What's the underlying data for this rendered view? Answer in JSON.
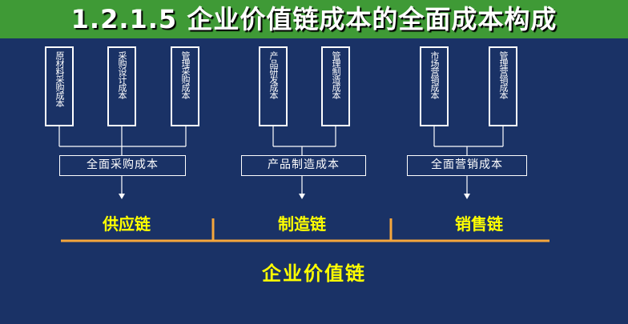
{
  "title": "1.2.1.5 企业价值链成本的全面成本构成",
  "groups": [
    {
      "items": [
        "原材料采购成本",
        "采购设计成本",
        "管理采购成本"
      ],
      "summary": "全面采购成本",
      "chain": "供应链"
    },
    {
      "items": [
        "产品研发成本",
        "管理制造成本"
      ],
      "summary": "产品制造成本",
      "chain": "制造链"
    },
    {
      "items": [
        "市场营销成本",
        "管理营销成本"
      ],
      "summary": "全面营销成本",
      "chain": "销售链"
    }
  ],
  "value_chain": "企业价值链",
  "colors": {
    "background": "#1a3266",
    "title_bar": "#3f9a36",
    "line": "#f5a63c",
    "label": "#ffff00",
    "text": "#ffffff"
  }
}
